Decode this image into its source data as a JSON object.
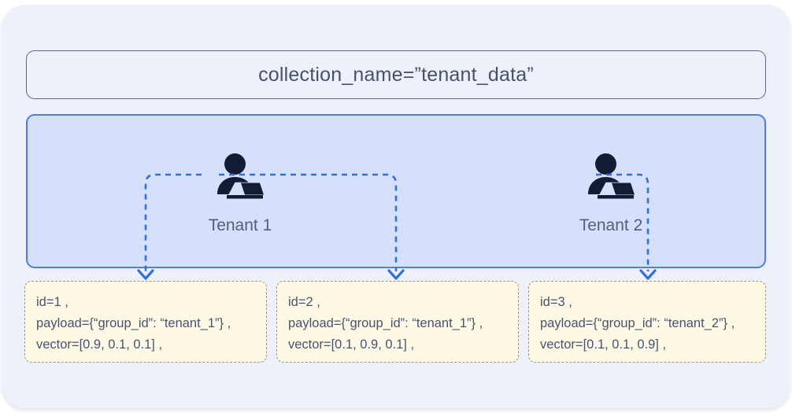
{
  "diagram": {
    "collection": {
      "title": "collection_name=”tenant_data”"
    },
    "tenant_panel": {
      "tenants": [
        {
          "label": "Tenant 1",
          "icon": "person-at-laptop-icon"
        },
        {
          "label": "Tenant 2",
          "icon": "person-at-laptop-icon"
        }
      ]
    },
    "payloads": [
      {
        "id_line": "id=1 ,",
        "payload_line": "payload={“group_id”: “tenant_1”} ,",
        "vector_line": "vector=[0.9, 0.1, 0.1] ,"
      },
      {
        "id_line": "id=2 ,",
        "payload_line": "payload={“group_id”: “tenant_1”} ,",
        "vector_line": "vector=[0.1, 0.9, 0.1] ,"
      },
      {
        "id_line": "id=3 ,",
        "payload_line": "payload={“group_id”: “tenant_2”} ,",
        "vector_line": "vector=[0.1, 0.1, 0.9] ,"
      }
    ],
    "colors": {
      "page_background": "#eef1fa",
      "panel_fill": "#d6e0fb",
      "panel_border": "#4a7ef0",
      "connector": "#2f6fe0",
      "payload_fill": "#fdf9e4",
      "payload_border": "#9a9685",
      "text": "#4a5273",
      "icon": "#131c33"
    }
  }
}
